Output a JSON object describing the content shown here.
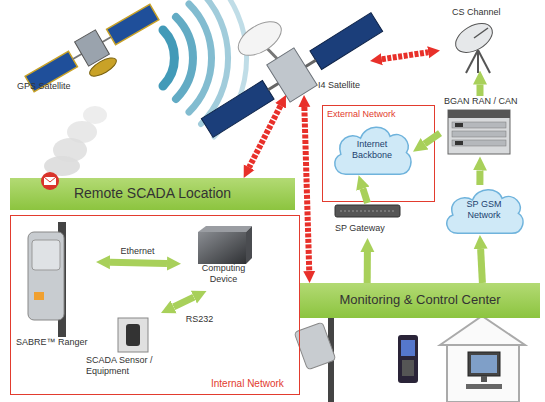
{
  "diagram": {
    "nodes": [
      {
        "text": [
          "GPS Satellite"
        ]
      },
      {
        "text": [
          "I4 Satellite"
        ]
      },
      {
        "text": [
          "CS Channel"
        ]
      },
      {
        "text": [
          "External Network"
        ]
      },
      {
        "text": [
          "Internet Backbone"
        ],
        "in": 3
      },
      {
        "text": [
          "BGAN RAN / CAN"
        ]
      },
      {
        "text": [
          "Remote SCADA Location"
        ]
      },
      {
        "text": [
          "SP GSM Network"
        ]
      },
      {
        "text": [
          "SP Gateway"
        ]
      },
      {
        "text": [
          "Internal Network"
        ]
      },
      {
        "text": [
          "SABRE™ Ranger"
        ],
        "in": 9
      },
      {
        "text": [
          "Computing Device"
        ],
        "in": 9
      },
      {
        "text": [
          "SCADA Sensor / Equipment"
        ],
        "in": 9
      },
      {
        "text": [
          "Monitoring & Control Center"
        ]
      }
    ],
    "edges": [
      {
        "from": 1,
        "to": 2,
        "arrow": "both"
      },
      {
        "from": 1,
        "to": 6,
        "arrow": "both"
      },
      {
        "from": 1,
        "to": 13,
        "arrow": "both"
      },
      {
        "from": 5,
        "to": 2,
        "arrow": "to"
      },
      {
        "from": 5,
        "to": 4,
        "arrow": "to"
      },
      {
        "from": 8,
        "to": 4,
        "arrow": "to"
      },
      {
        "from": 7,
        "to": 5,
        "arrow": "to"
      },
      {
        "from": 13,
        "to": 8,
        "arrow": "to"
      },
      {
        "from": 13,
        "to": 7,
        "arrow": "to"
      },
      {
        "from": 10,
        "to": 11,
        "arrow": "both",
        "label": "Ethernet"
      },
      {
        "from": 11,
        "to": 12,
        "arrow": "both",
        "label": "RS232"
      }
    ]
  }
}
